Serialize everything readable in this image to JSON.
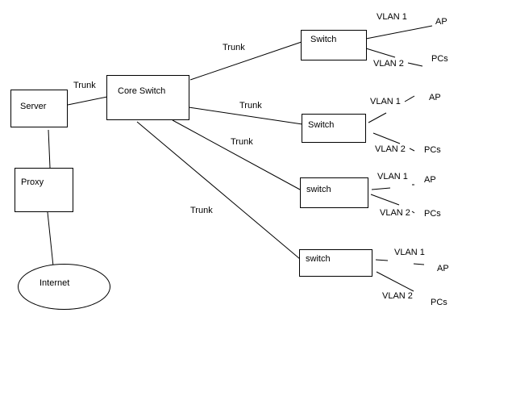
{
  "nodes": {
    "server": "Server",
    "core_switch": "Core Switch",
    "proxy": "Proxy",
    "internet": "Internet",
    "switch1": "Switch",
    "switch2": "Switch",
    "switch3": "switch",
    "switch4": "switch"
  },
  "links": {
    "server_core": "Trunk",
    "core_sw1": "Trunk",
    "core_sw2": "Trunk",
    "core_sw3": "Trunk",
    "core_sw4": "Trunk"
  },
  "branches": [
    {
      "vlan1": "VLAN 1",
      "ap": "AP",
      "vlan2": "VLAN 2",
      "pcs": "PCs"
    },
    {
      "vlan1": "VLAN 1",
      "ap": "AP",
      "vlan2": "VLAN 2",
      "pcs": "PCs"
    },
    {
      "vlan1": "VLAN 1",
      "ap": "AP",
      "vlan2": "VLAN 2",
      "pcs": "PCs"
    },
    {
      "vlan1": "VLAN 1",
      "ap": "AP",
      "vlan2": "VLAN 2",
      "pcs": "PCs"
    }
  ]
}
